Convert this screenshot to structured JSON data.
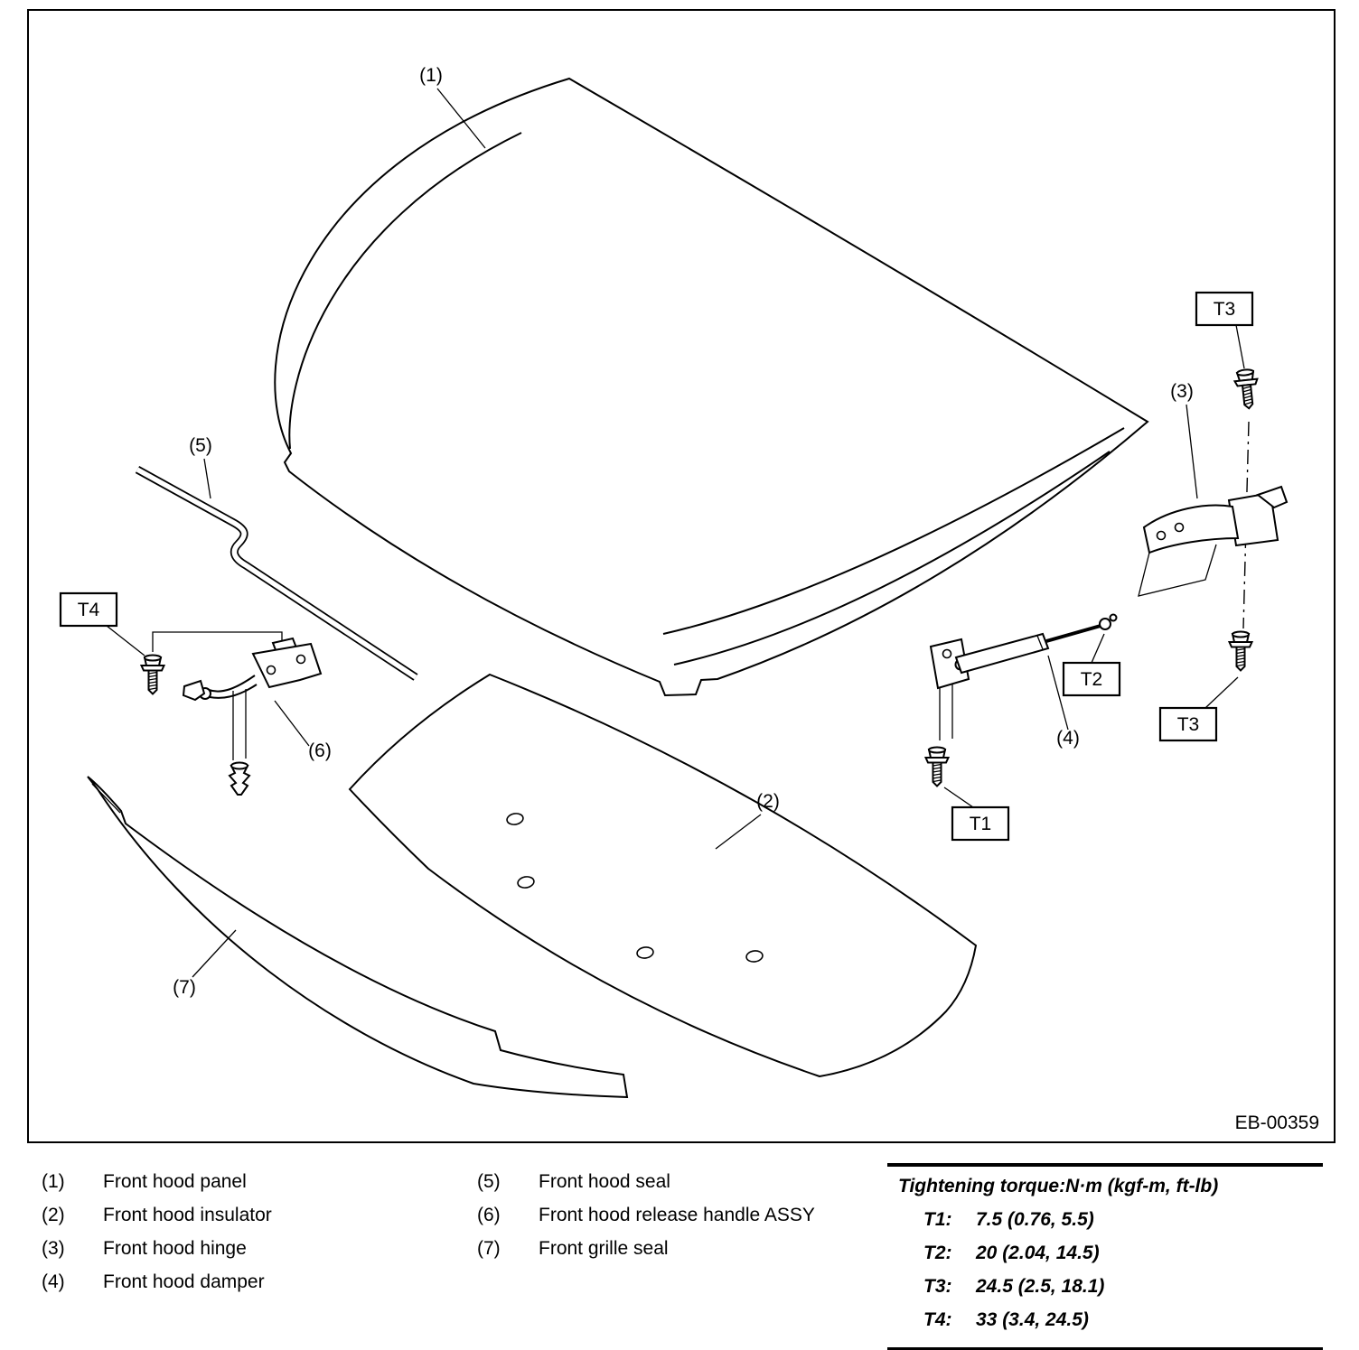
{
  "diagram": {
    "figure_code": "EB-00359",
    "callouts": {
      "c1": "(1)",
      "c2": "(2)",
      "c3": "(3)",
      "c4": "(4)",
      "c5": "(5)",
      "c6": "(6)",
      "c7": "(7)"
    },
    "torque_tags": {
      "t1": "T1",
      "t2": "T2",
      "t3": "T3",
      "t4": "T4"
    }
  },
  "legend": {
    "col1": [
      {
        "num": "(1)",
        "label": "Front hood panel"
      },
      {
        "num": "(2)",
        "label": "Front hood insulator"
      },
      {
        "num": "(3)",
        "label": "Front hood hinge"
      },
      {
        "num": "(4)",
        "label": "Front hood damper"
      }
    ],
    "col2": [
      {
        "num": "(5)",
        "label": "Front hood seal"
      },
      {
        "num": "(6)",
        "label": "Front hood release handle ASSY"
      },
      {
        "num": "(7)",
        "label": "Front grille seal"
      }
    ]
  },
  "torque": {
    "title": "Tightening torque:N·m (kgf-m, ft-lb)",
    "rows": [
      {
        "tag": "T1:",
        "value": "7.5 (0.76, 5.5)"
      },
      {
        "tag": "T2:",
        "value": "20 (2.04, 14.5)"
      },
      {
        "tag": "T3:",
        "value": "24.5 (2.5, 18.1)"
      },
      {
        "tag": "T4:",
        "value": "33 (3.4, 24.5)"
      }
    ]
  }
}
